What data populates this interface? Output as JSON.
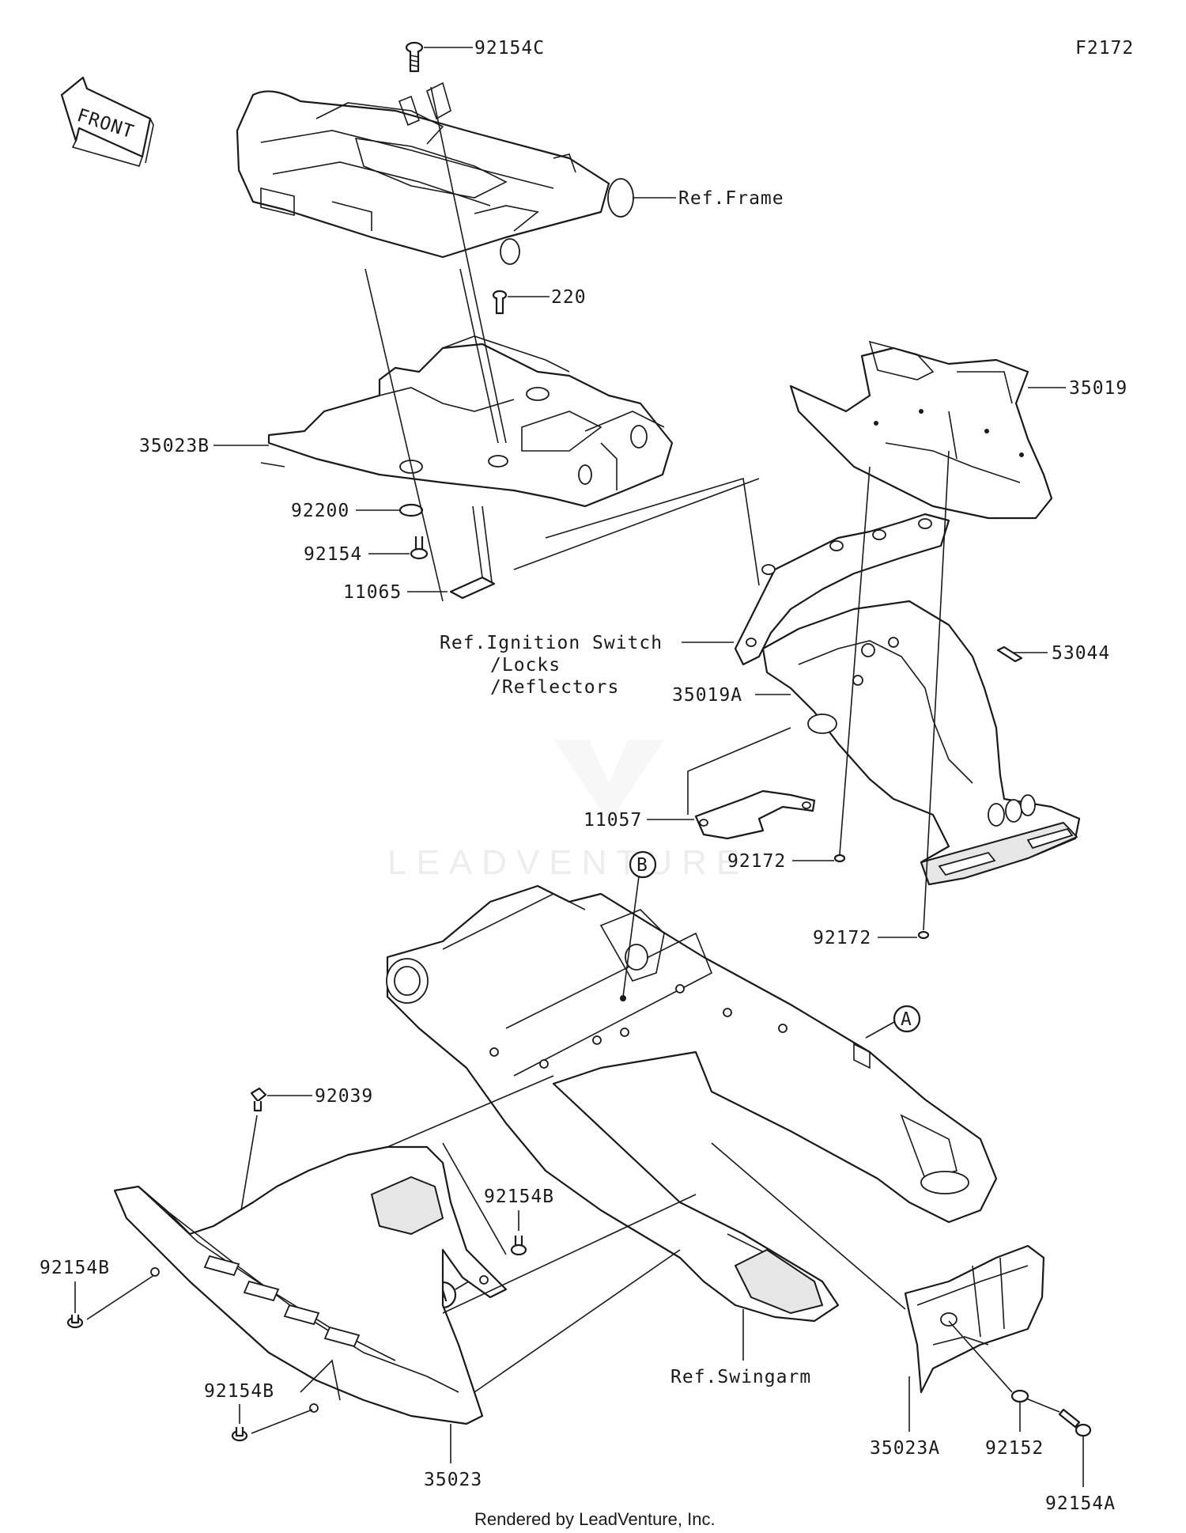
{
  "diagram_id": "F2172",
  "front_label": "FRONT",
  "footer": "Rendered by LeadVenture, Inc.",
  "watermark": "LEADVENTURE",
  "labels": {
    "p92154C": "92154C",
    "ref_frame": "Ref.Frame",
    "p220": "220",
    "p35019": "35019",
    "p35023B": "35023B",
    "p92200": "92200",
    "p92154": "92154",
    "p11065": "11065",
    "ref_ignition_1": "Ref.Ignition Switch",
    "ref_ignition_2": "/Locks",
    "ref_ignition_3": "/Reflectors",
    "p53044": "53044",
    "p35019A": "35019A",
    "p11057": "11057",
    "p92172a": "92172",
    "p92172b": "92172",
    "p92039": "92039",
    "p92154B_mid": "92154B",
    "p92154B_left": "92154B",
    "p92154B_bottom": "92154B",
    "p35023": "35023",
    "ref_swingarm": "Ref.Swingarm",
    "p35023A": "35023A",
    "p92152": "92152",
    "p92154A": "92154A"
  },
  "callouts": {
    "a1": "A",
    "a2": "A",
    "b1": "B",
    "b2": "B"
  }
}
